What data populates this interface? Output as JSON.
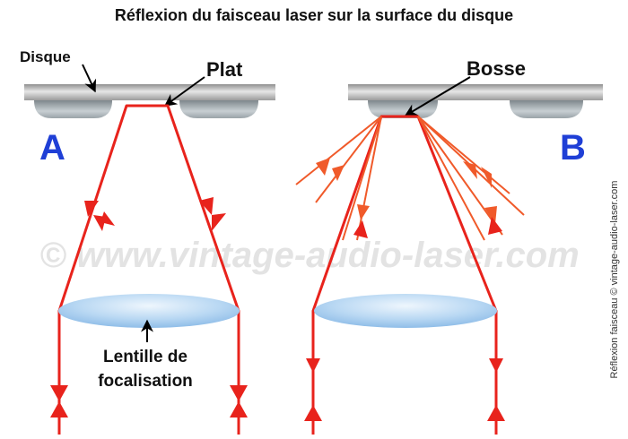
{
  "title": "Réflexion du faisceau laser sur la surface du disque",
  "labels": {
    "disque": "Disque",
    "plat": "Plat",
    "bosse": "Bosse",
    "panel_a": "A",
    "panel_b": "B",
    "lens_line1": "Lentille de",
    "lens_line2": "focalisation"
  },
  "watermark": "© www.vintage-audio-laser.com",
  "side_caption": "Réflexion faisceau  © vintage-audio-laser.com",
  "colors": {
    "laser": "#e8231c",
    "scatter": "#f05a2a",
    "panel_letter": "#1f3fd6",
    "lens": "#b9d8f3",
    "disc_surface": "#a9a9a9",
    "pit": "#9aa3a8"
  }
}
